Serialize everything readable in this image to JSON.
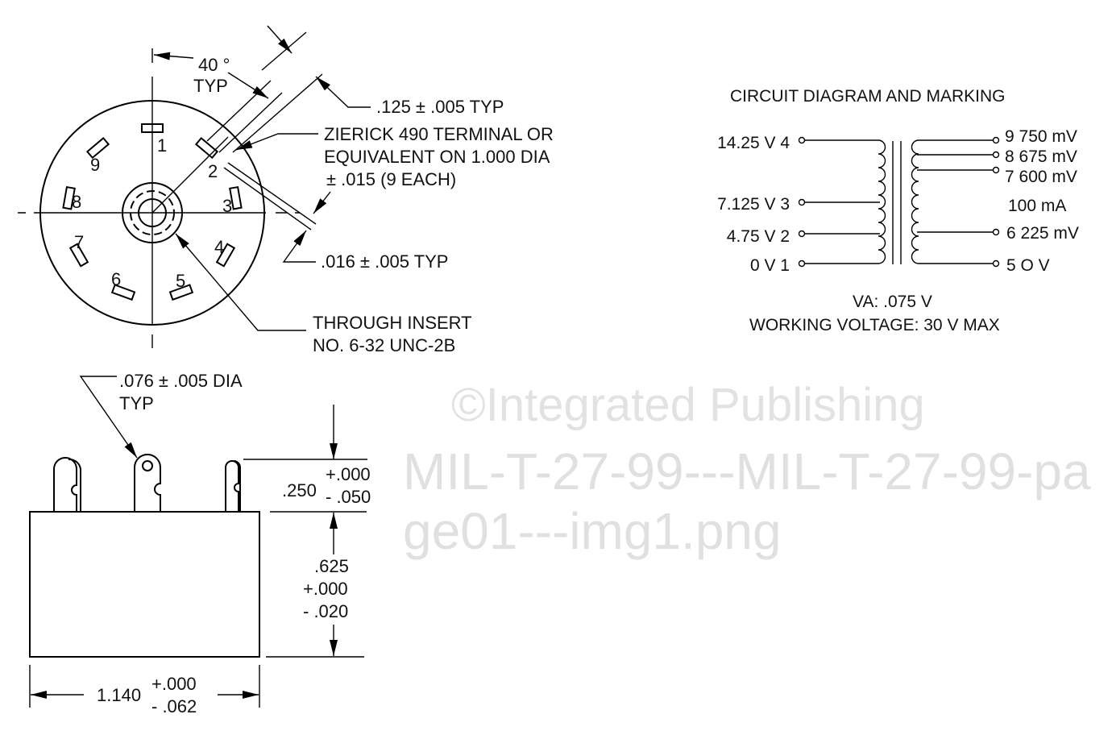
{
  "top_view": {
    "angle": "40 °",
    "angle_typ": "TYP",
    "lead_width": ".125 ± .005 TYP",
    "terminal_note": [
      "ZIERICK 490 TERMINAL OR",
      "EQUIVALENT ON 1.000 DIA",
      "± .015 (9 EACH)"
    ],
    "lead_thickness": ".016 ± .005 TYP",
    "insert_note": [
      "THROUGH INSERT",
      "NO. 6-32 UNC-2B"
    ],
    "pin_numbers": [
      "1",
      "2",
      "3",
      "4",
      "5",
      "6",
      "7",
      "8",
      "9"
    ]
  },
  "side_view": {
    "hole_note": [
      ".076 ± .005 DIA",
      "TYP"
    ],
    "terminal_height": {
      "nominal": ".250",
      "plus": "+.000",
      "minus": "- .050"
    },
    "body_height": {
      "nominal": ".625",
      "plus": "+.000",
      "minus": "- .020"
    },
    "body_width": {
      "nominal": "1.140",
      "plus": "+.000",
      "minus": "- .062"
    }
  },
  "circuit": {
    "title": "CIRCUIT DIAGRAM AND MARKING",
    "primary": [
      "14.25 V 4",
      "7.125 V 3",
      "4.75 V 2",
      "0 V 1"
    ],
    "secondary": [
      "9  750 mV",
      "8  675 mV",
      "7  600 mV",
      "6  225 mV",
      "5  O  V"
    ],
    "current": "100 mA",
    "va": "VA:  .075  V",
    "working_voltage": "WORKING VOLTAGE:  30  V  MAX"
  },
  "watermark": {
    "publisher": "©Integrated Publishing",
    "filename": "MIL-T-27-99---MIL-T-27-99-page01---img1.png"
  }
}
